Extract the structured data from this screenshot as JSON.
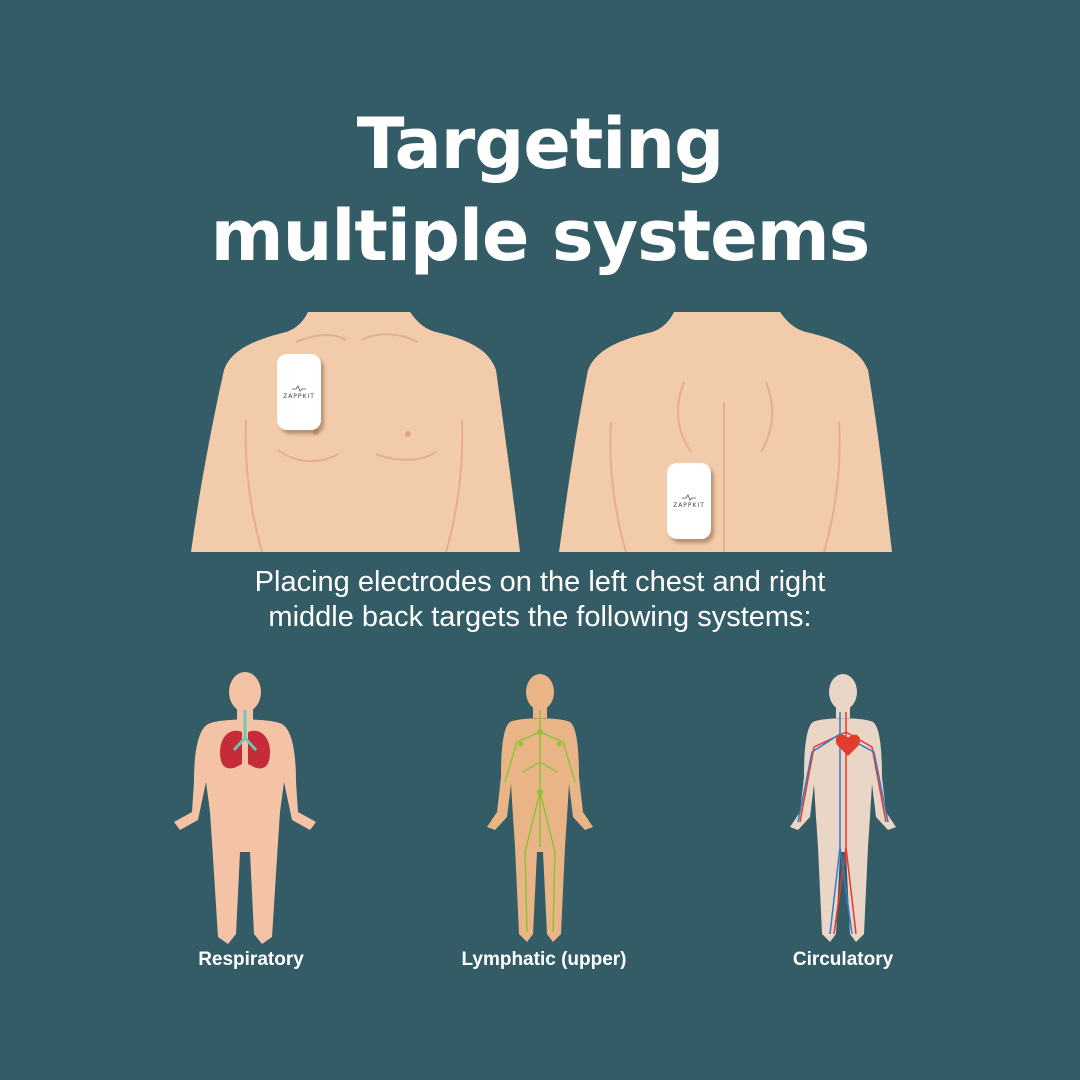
{
  "title": {
    "line1": "Targeting",
    "line2": "multiple systems"
  },
  "pads": {
    "brand": "ZAPPKIT",
    "brand_icon": "heartbeat-icon"
  },
  "subtitle": {
    "line1": "Placing electrodes on the left chest and right",
    "line2": "middle back targets the following systems:"
  },
  "systems": [
    {
      "label": "Respiratory",
      "icon": "lungs-icon"
    },
    {
      "label": "Lymphatic  (upper)",
      "icon": "lymph-network-icon"
    },
    {
      "label": "Circulatory",
      "icon": "heart-vessels-icon"
    }
  ],
  "colors": {
    "background": "#335c66",
    "skin_torso": "#f2cbaa",
    "skin_figure": "#f4c3a6",
    "skin_lymph": "#e9b486",
    "lungs": "#c62b3a",
    "trachea": "#6fc5b6",
    "lymph_vessels": "#8fc23a",
    "arteries": "#e33b2e",
    "veins": "#3a79c4"
  }
}
